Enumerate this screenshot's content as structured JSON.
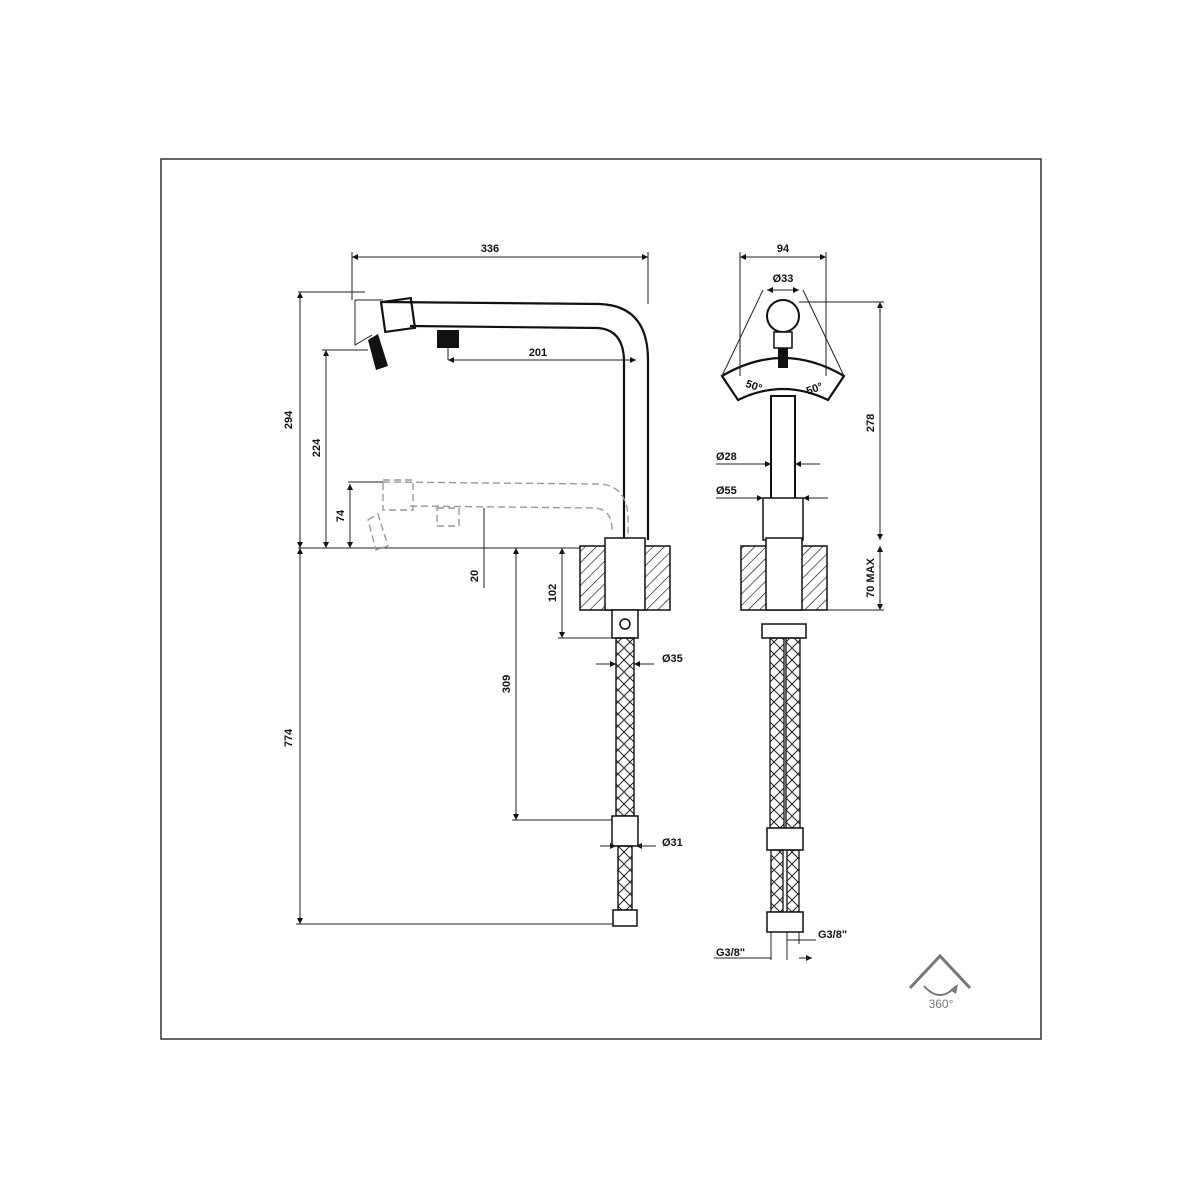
{
  "drawing": {
    "side_view": {
      "overall_width": "336",
      "spout_reach": "201",
      "max_height": "294",
      "raised_height": "224",
      "lowered_height": "74",
      "lowered_drop": "20",
      "body_depth": "102",
      "hose_length": "309",
      "total_length": "774",
      "shank_diameter": "Ø35",
      "hose_diameter": "Ø31"
    },
    "front_view": {
      "width": "94",
      "spout_diameter": "Ø33",
      "left_swing": "50°",
      "right_swing": "50°",
      "column_height": "278",
      "column_diameter": "Ø28",
      "base_diameter": "Ø55",
      "deck_thickness": "70 MAX",
      "hose_thread_right": "G3/8\"",
      "hose_thread_left": "G3/8\""
    },
    "rotation": {
      "label": "360°",
      "icon": "rotation-icon"
    }
  }
}
